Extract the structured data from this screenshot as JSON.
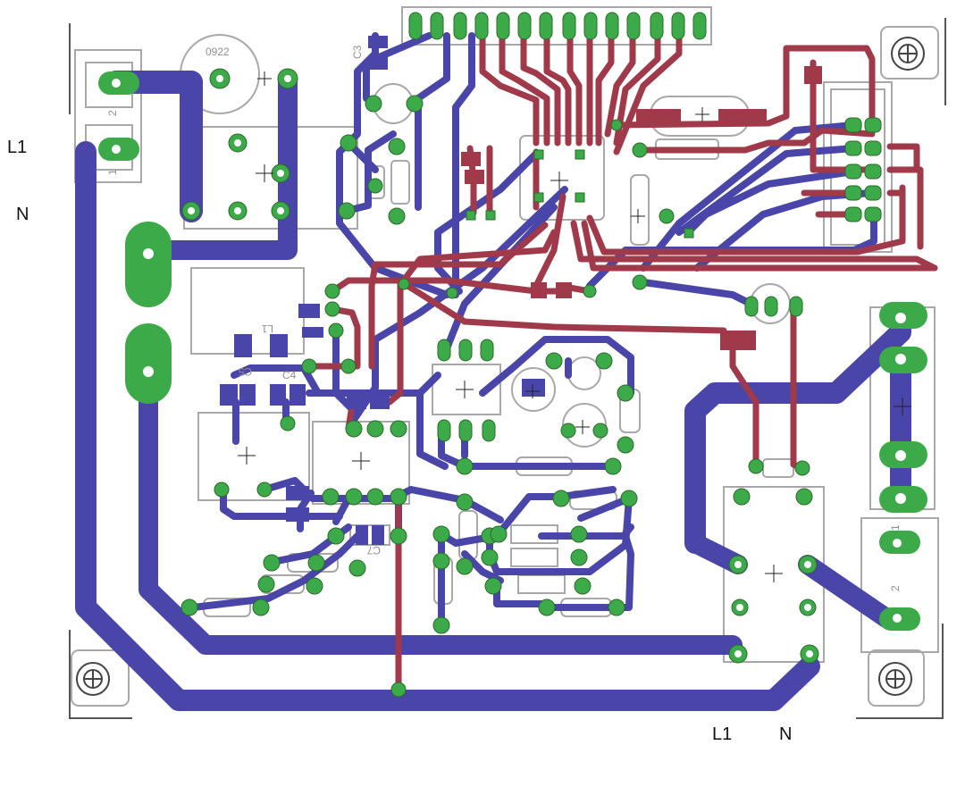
{
  "labels": {
    "l1_left": "L1",
    "n_left": "N",
    "l1_bottom": "L1",
    "n_bottom": "N",
    "relay_part_no": "0922",
    "c3": "C3",
    "c4": "C4",
    "c5": "C5",
    "c7": "C7",
    "l1_inductor": "L1",
    "pin_1": "1",
    "pin_2": "2"
  },
  "colors": {
    "bottom_copper": "#4a45a8",
    "top_copper": "#a03a4a",
    "pad": "#3daa4a",
    "silkscreen": "#a8a8a8",
    "outline": "#555555",
    "background": "#ffffff"
  }
}
